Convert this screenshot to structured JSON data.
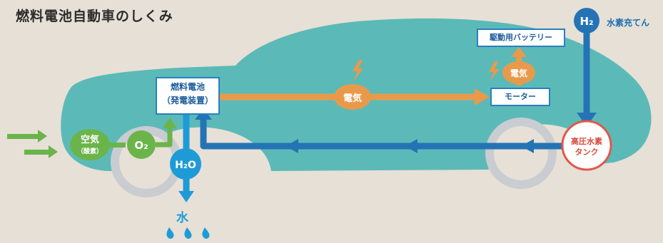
{
  "title": "燃料電池自動車のしくみ",
  "fuel_cell": {
    "line1": "燃料電池",
    "line2": "（発電装置）"
  },
  "motor": "モーター",
  "battery": "駆動用バッテリー",
  "electricity_main": "電気",
  "electricity_battery": "電気",
  "air": {
    "line1": "空気",
    "line2": "（酸素）"
  },
  "oxygen": "O₂",
  "water_molecule": "H₂O",
  "water": "水",
  "hydrogen_symbol": "H₂",
  "hydrogen_fill": "水素充てん",
  "tank": {
    "line1": "高圧水素",
    "line2": "タンク"
  },
  "colors": {
    "background": "#e6e0d6",
    "car_body": "#5bbab8",
    "wheel": "#c9ccd0",
    "electricity": "#e89a4a",
    "hydrogen": "#2474b5",
    "air": "#6bb44a",
    "water": "#1e9bd7",
    "tank_border": "#e0584a"
  }
}
